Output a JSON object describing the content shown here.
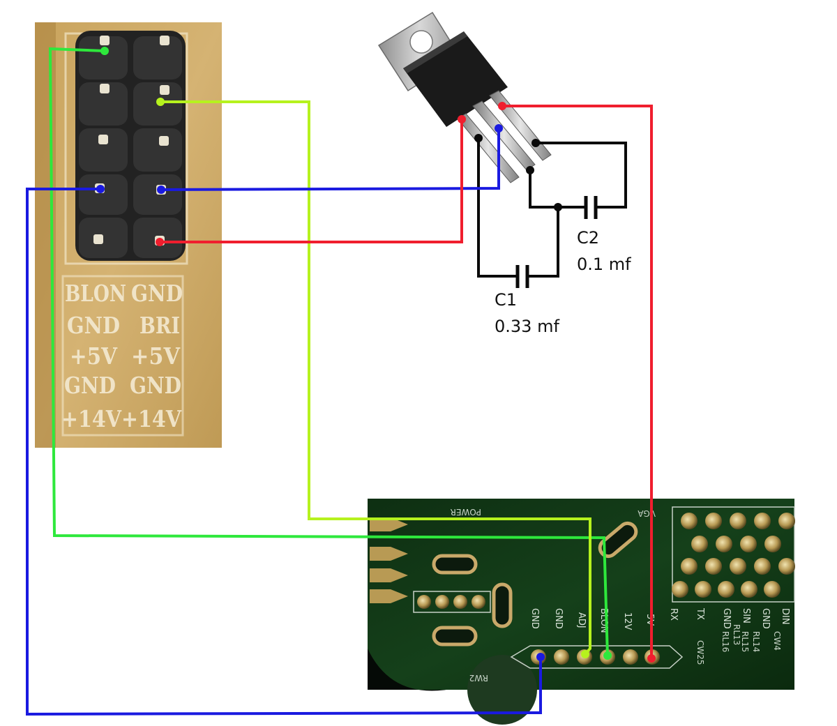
{
  "capacitors": {
    "c1": {
      "name": "C1",
      "value": "0.33 mf"
    },
    "c2": {
      "name": "C2",
      "value": "0.1 mf"
    }
  },
  "power_connector": {
    "silkscreen_rows": [
      [
        "BLON",
        "GND"
      ],
      [
        "GND",
        "BRI"
      ],
      [
        "+5V",
        "+5V"
      ],
      [
        "GND",
        "GND"
      ],
      [
        "+14V",
        "+14V"
      ]
    ]
  },
  "controller_board": {
    "header_labels": [
      "GND",
      "GND",
      "ADJ",
      "BLON",
      "12V",
      "5V"
    ],
    "right_labels": [
      "RX",
      "TX",
      "GND",
      "SIN",
      "GND",
      "DIN"
    ],
    "small_labels": [
      "POWER",
      "VGA",
      "RW2",
      "RL13",
      "RL14",
      "RL15",
      "RL16",
      "CW25",
      "CW4"
    ]
  },
  "wire_colors": {
    "red": "#f01e2e",
    "blue": "#1a1ae0",
    "lime": "#b6f21e",
    "green": "#2ee83c",
    "black": "#0a0a0a"
  }
}
